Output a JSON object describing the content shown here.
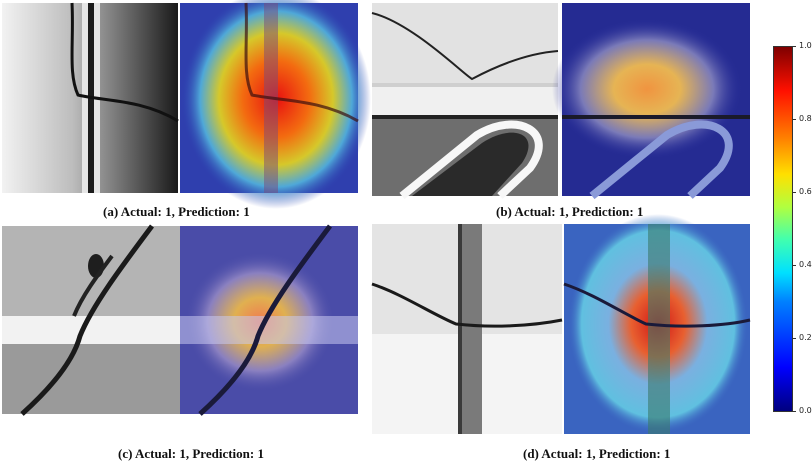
{
  "panels": [
    {
      "caption": "(a) Actual: 1, Prediction: 1"
    },
    {
      "caption": "(b) Actual: 1, Prediction: 1"
    },
    {
      "caption": "(c) Actual: 1, Prediction: 1"
    },
    {
      "caption": "(d)   Actual: 1, Prediction: 1"
    }
  ],
  "colorbar": {
    "ticks": [
      "1.0",
      "0.8",
      "0.6",
      "0.4",
      "0.2",
      "0.0"
    ],
    "colormap": "jet"
  }
}
